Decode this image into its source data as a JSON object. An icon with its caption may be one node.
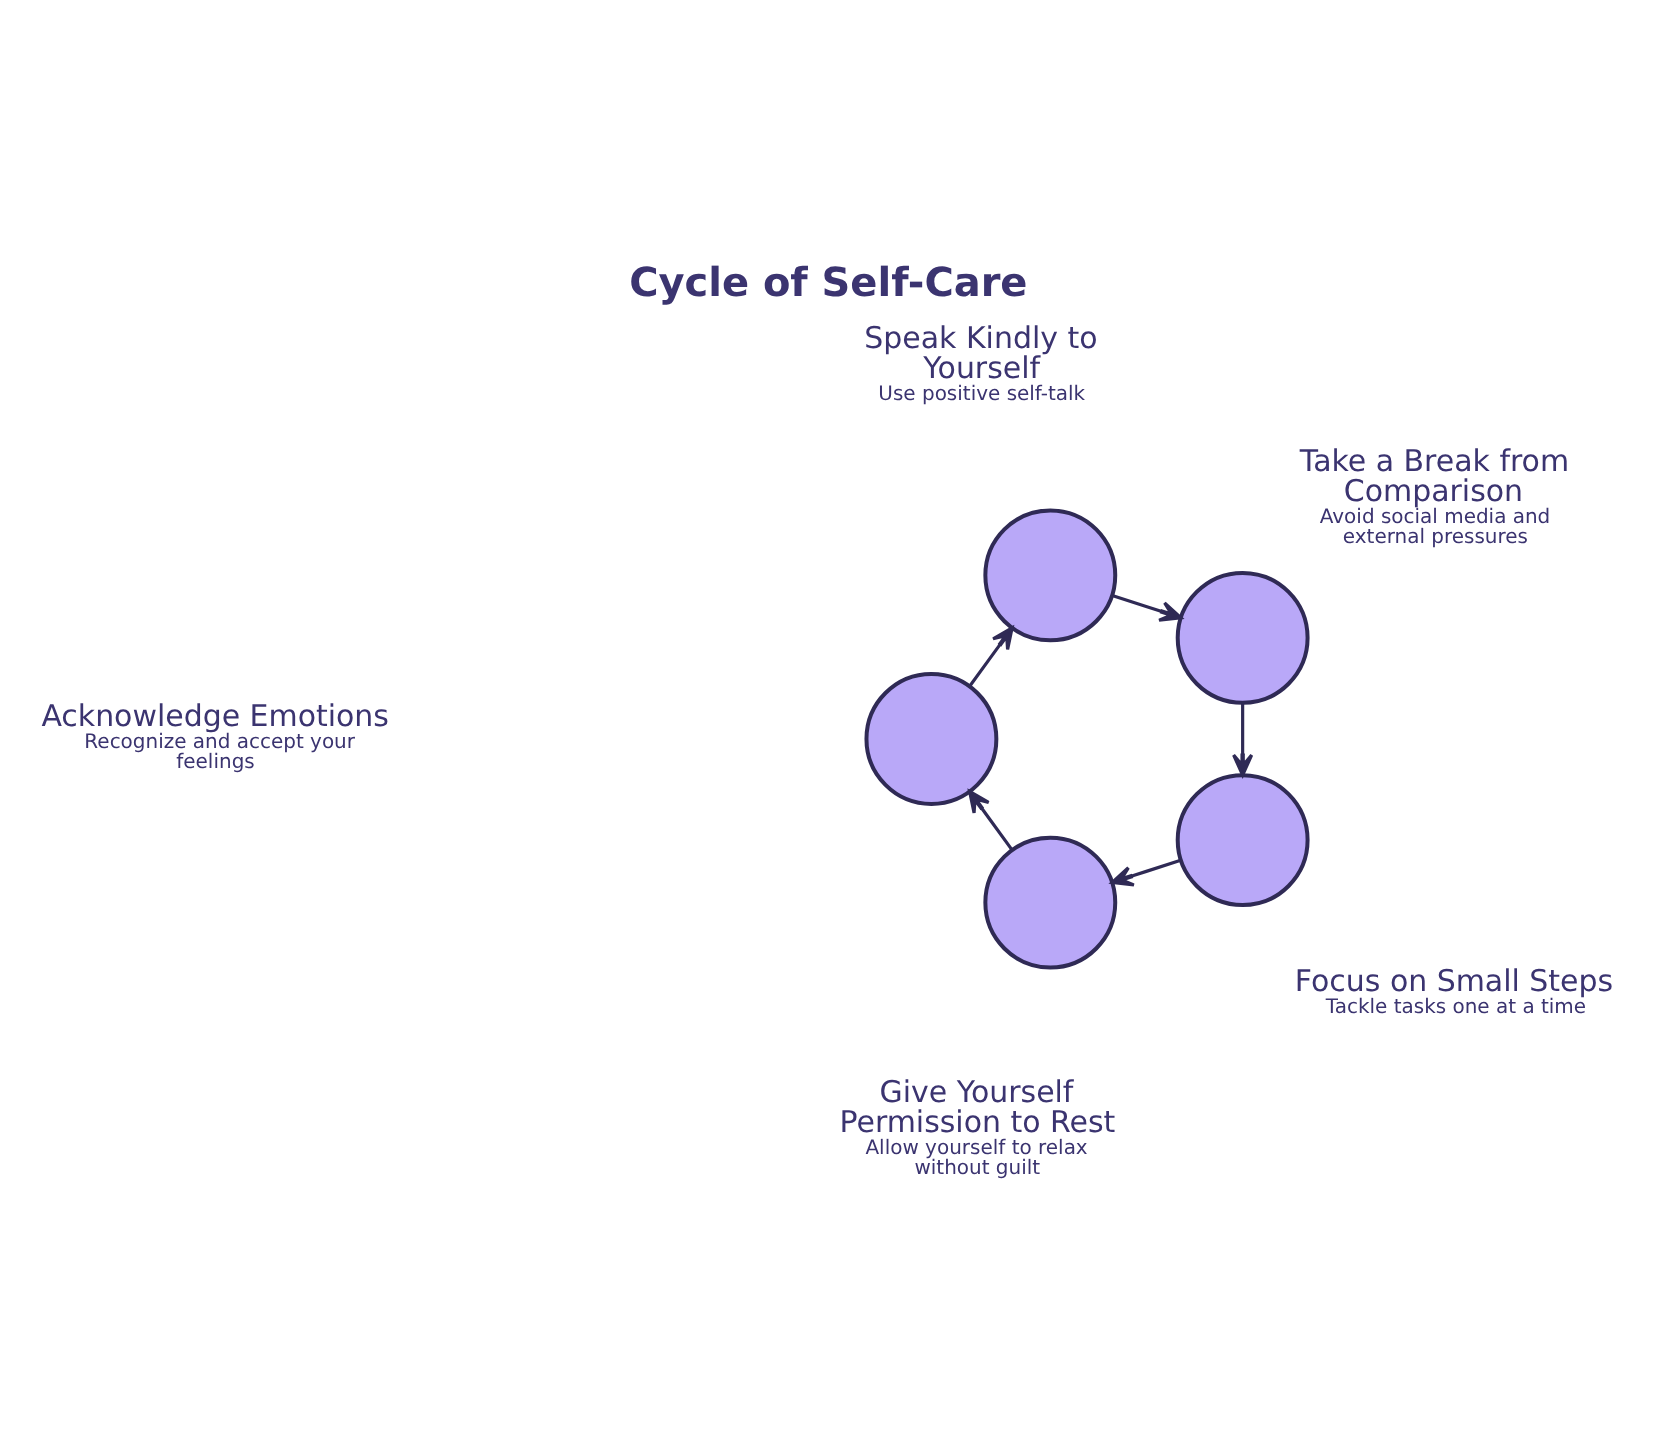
{
  "diagram": {
    "title": "Cycle of Self-Care",
    "nodes": [
      {
        "text": [],
        "shape": "circle",
        "beside": [
          "Acknowledge Emotions",
          "Recognize and accept your feelings"
        ]
      },
      {
        "text": [],
        "shape": "circle",
        "beside": [
          "Speak Kindly to Yourself",
          "Use positive self-talk"
        ]
      },
      {
        "text": [],
        "shape": "circle",
        "beside": [
          "Take a Break from Comparison",
          "Avoid social media and external pressures"
        ]
      },
      {
        "text": [],
        "shape": "circle",
        "beside": [
          "Focus on Small Steps",
          "Tackle tasks one at a time"
        ]
      },
      {
        "text": [],
        "shape": "circle",
        "beside": [
          "Give Yourself Permission to Rest",
          "Allow yourself to relax without guilt"
        ]
      }
    ],
    "edges": [
      {
        "from": 0,
        "to": 1,
        "arrow": "to"
      },
      {
        "from": 1,
        "to": 2,
        "arrow": "to"
      },
      {
        "from": 2,
        "to": 3,
        "arrow": "to"
      },
      {
        "from": 3,
        "to": 4,
        "arrow": "to"
      },
      {
        "from": 4,
        "to": 0,
        "arrow": "to"
      }
    ]
  }
}
